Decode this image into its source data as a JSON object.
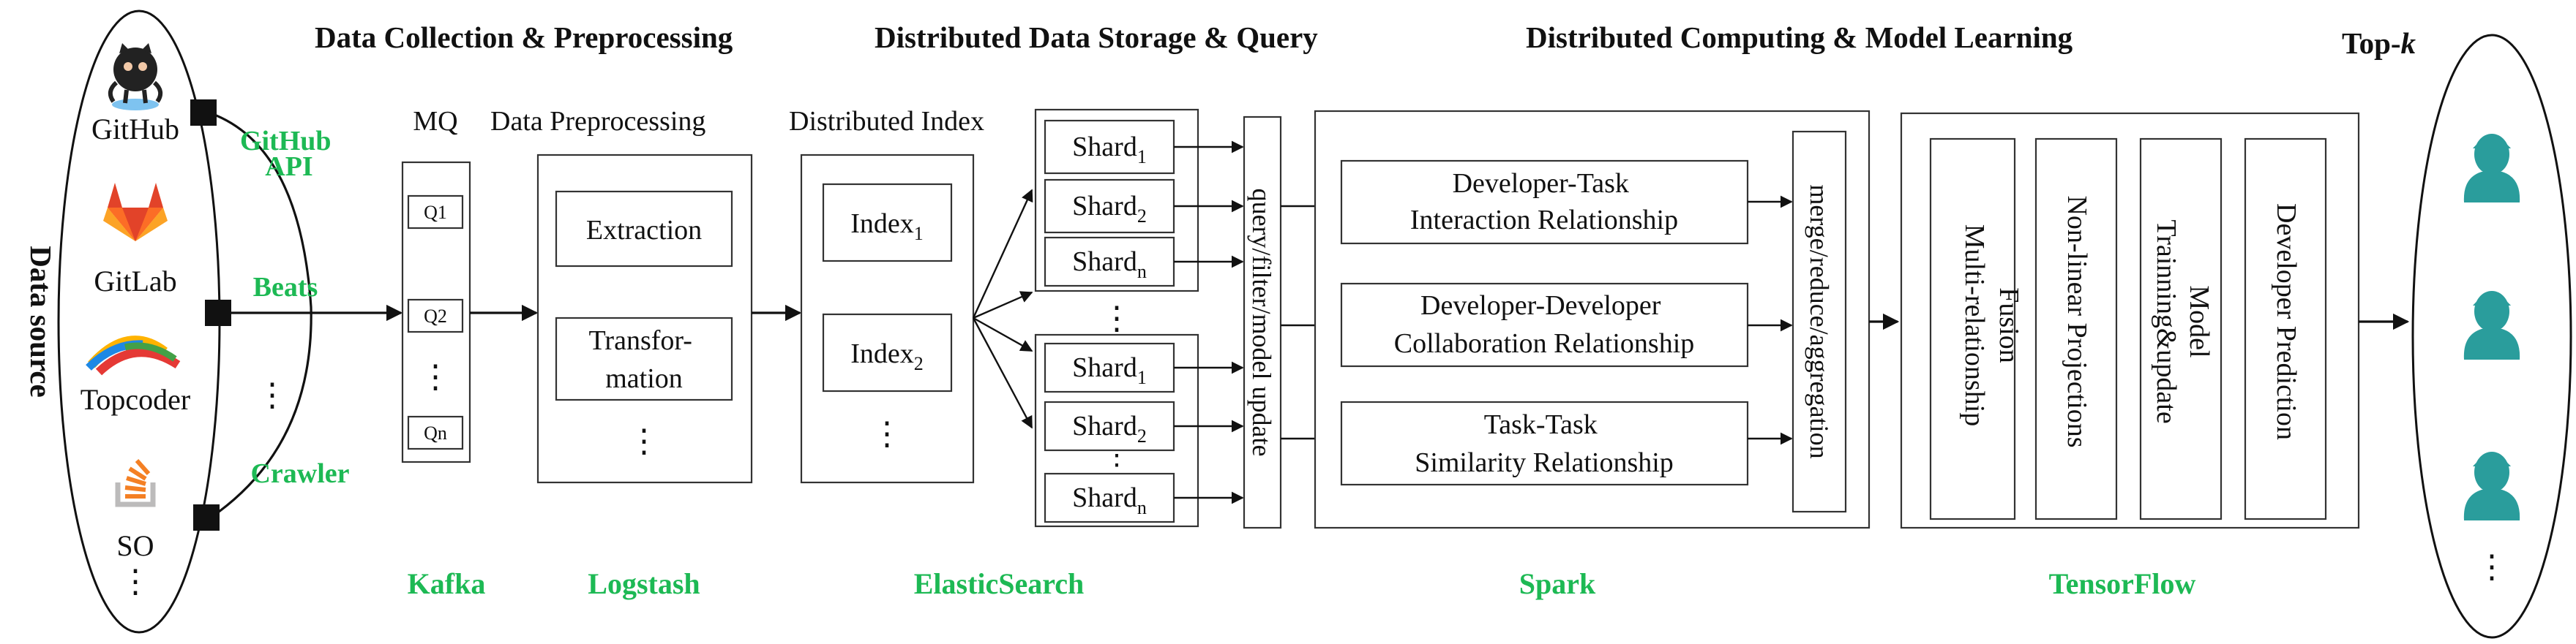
{
  "stages": {
    "collection": "Data Collection & Preprocessing",
    "storage": "Distributed Data Storage & Query",
    "computing": "Distributed Computing & Model Learning",
    "topk_prefix": "Top-",
    "topk_k": "k"
  },
  "sources": {
    "axis_label": "Data source",
    "items": [
      "GitHub",
      "GitLab",
      "Topcoder",
      "SO"
    ],
    "ellipsis": "⋮"
  },
  "collectors": [
    "GitHub API",
    "Beats",
    "Crawler"
  ],
  "mq": {
    "title": "MQ",
    "queues": [
      "Q1",
      "Q2",
      "Qn"
    ],
    "ellipsis": "⋮"
  },
  "preprocess": {
    "title": "Data Preprocessing",
    "steps": [
      "Extraction",
      "Transfor-",
      "mation"
    ],
    "ellipsis": "⋮"
  },
  "index": {
    "title": "Distributed Index",
    "base": "Index",
    "subs": [
      "1",
      "2"
    ],
    "ellipsis": "⋮"
  },
  "shards": {
    "base": "Shard",
    "subs": [
      "1",
      "2",
      "n",
      "1",
      "2",
      "n"
    ],
    "ellipsis": "⋮"
  },
  "query_op": "query/filter/model update",
  "relationships": [
    [
      "Developer-Task",
      "Interaction Relationship"
    ],
    [
      "Developer-Developer",
      "Collaboration Relationship"
    ],
    [
      "Task-Task",
      "Similarity Relationship"
    ]
  ],
  "merge_op": "merge/reduce/aggregation",
  "learning": [
    [
      "Multi-relationship",
      "Fusion"
    ],
    [
      "Non-linear Projections"
    ],
    [
      "Model",
      "Trainning&update"
    ],
    [
      "Developer Prediction"
    ]
  ],
  "output_ellipsis": "⋮",
  "tools": [
    "Kafka",
    "Logstash",
    "ElasticSearch",
    "Spark",
    "TensorFlow"
  ],
  "colors": {
    "accent_green": "#1db954",
    "user_teal": "#2a9d9c"
  },
  "icons": [
    "github-icon",
    "gitlab-icon",
    "topcoder-icon",
    "stackoverflow-icon",
    "user-icon"
  ]
}
